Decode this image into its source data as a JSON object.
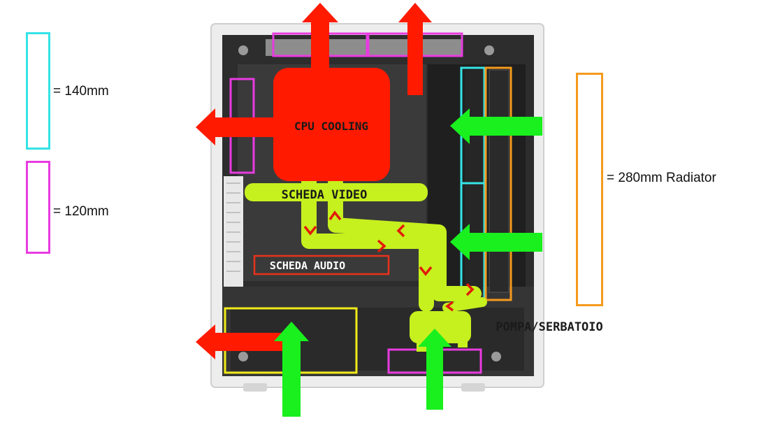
{
  "legend": {
    "fan_140": {
      "label": "= 140mm",
      "color": "#35e3e6"
    },
    "fan_120": {
      "label": "= 120mm",
      "color": "#e83be0"
    },
    "radiator_280": {
      "label": "= 280mm Radiator",
      "color": "#f59a1c"
    }
  },
  "labels": {
    "cpu_cooling": "CPU COOLING",
    "graphics_card": "SCHEDA VIDEO",
    "audio_card": "SCHEDA AUDIO",
    "pump_reservoir": "POMPA/SERBATOIO"
  },
  "colors": {
    "exhaust": "#ff1a00",
    "intake": "#19f01e",
    "cooling_loop": "#c6f01e",
    "flow_chevron": "#e21b0a",
    "psu_outline": "#f2ea1a",
    "audio_outline": "#e8321b",
    "case_frame": "#eaeaea",
    "case_interior": "#2b2b2b"
  }
}
